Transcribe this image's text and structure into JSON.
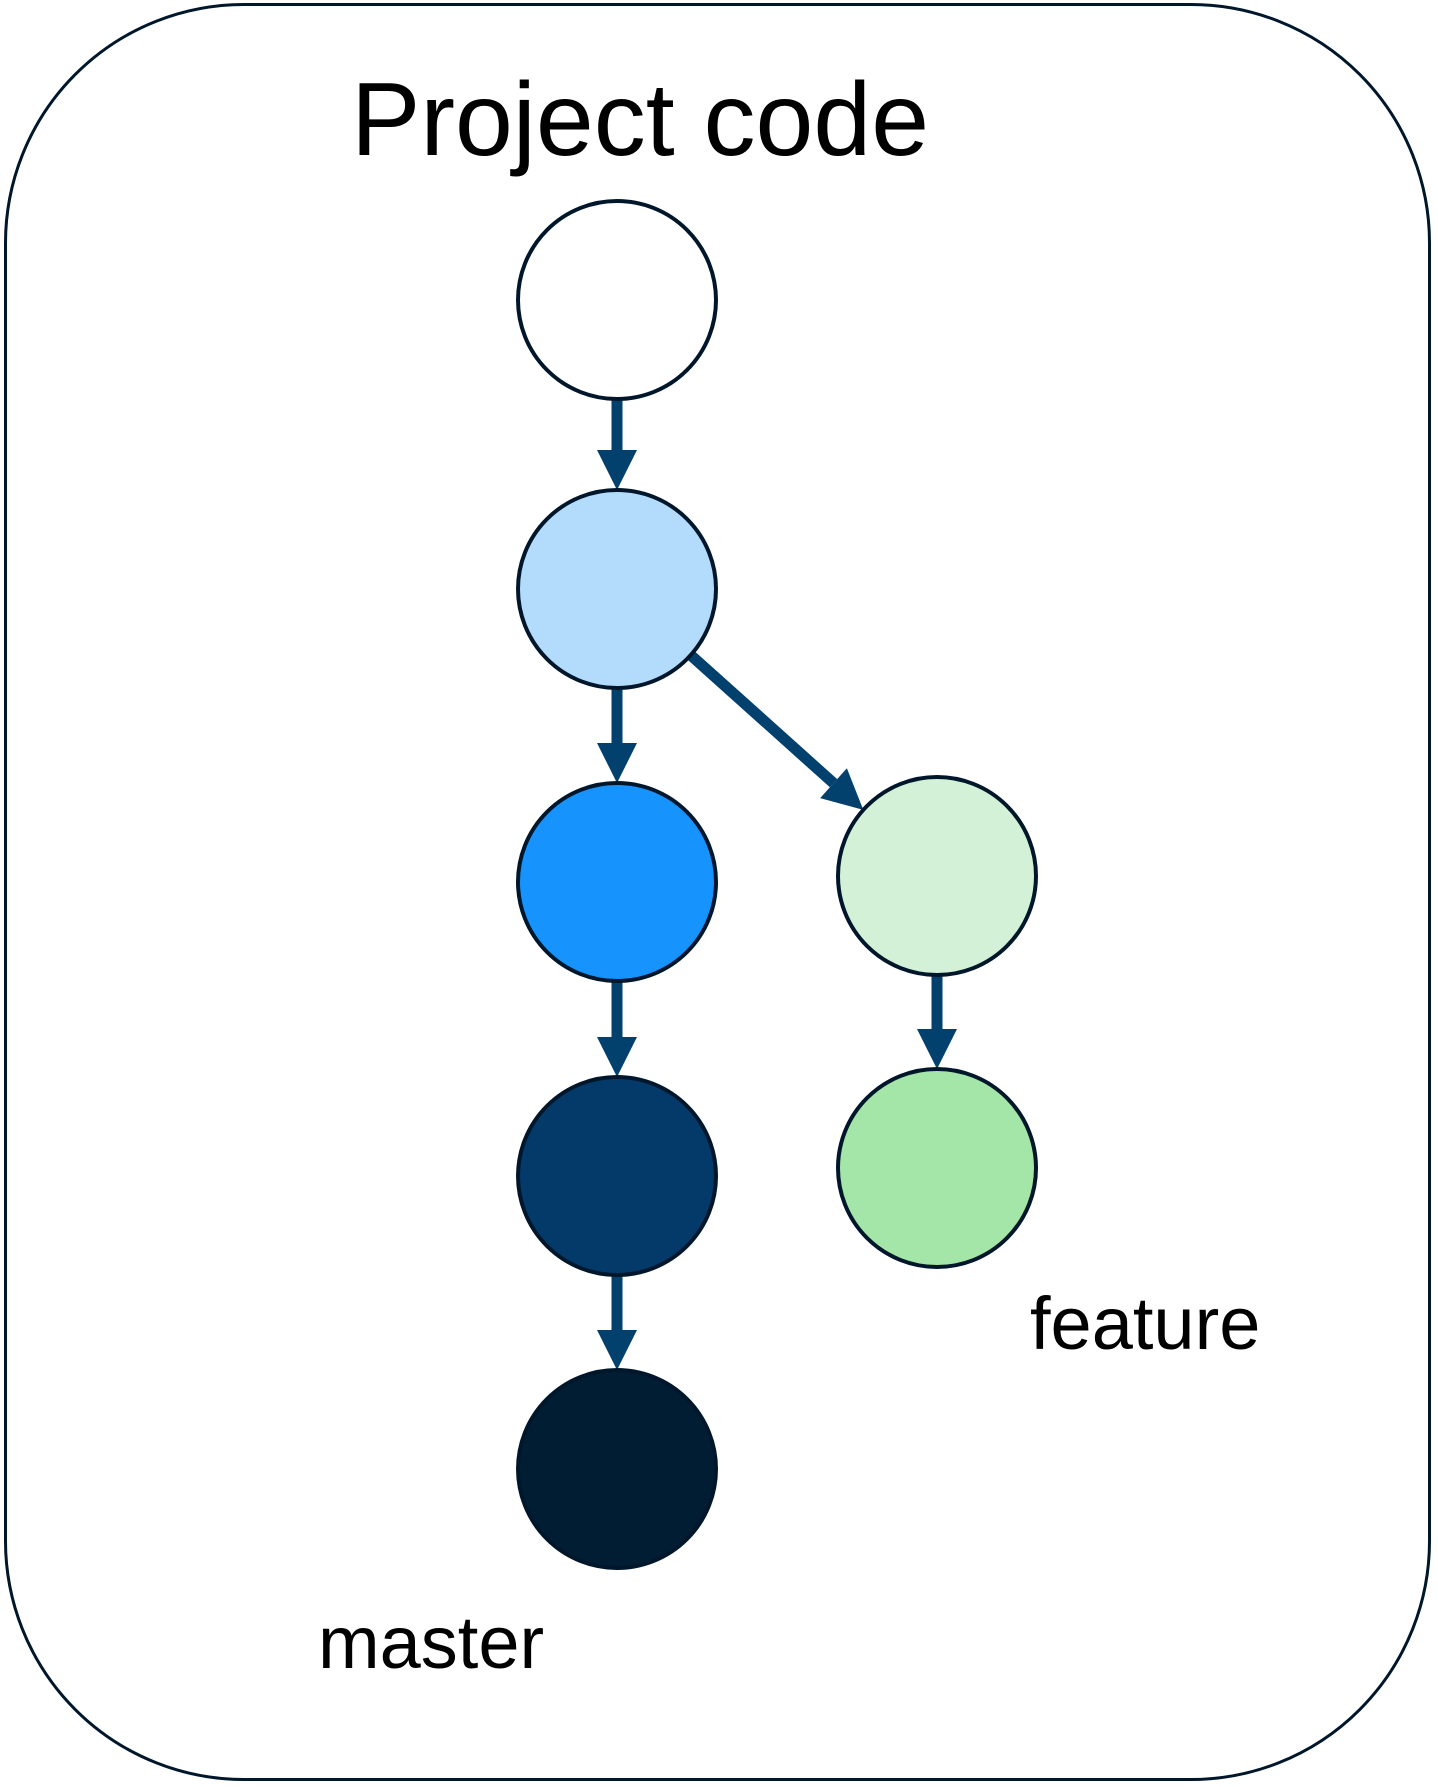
{
  "title": "Project code",
  "colors": {
    "frame_border": "#00172b",
    "node_stroke": "#00172b",
    "edge": "#02406e"
  },
  "nodes": [
    {
      "id": "m0",
      "branch": "master",
      "fill": "#ffffff"
    },
    {
      "id": "m1",
      "branch": "master",
      "fill": "#b3dcfc"
    },
    {
      "id": "m2",
      "branch": "master",
      "fill": "#1693fc"
    },
    {
      "id": "m3",
      "branch": "master",
      "fill": "#033a69"
    },
    {
      "id": "m4",
      "branch": "master",
      "fill": "#011d33"
    },
    {
      "id": "f1",
      "branch": "feature",
      "fill": "#d3f1d7"
    },
    {
      "id": "f2",
      "branch": "feature",
      "fill": "#a4e6a8"
    }
  ],
  "edges": [
    {
      "from": "m0",
      "to": "m1"
    },
    {
      "from": "m1",
      "to": "m2"
    },
    {
      "from": "m2",
      "to": "m3"
    },
    {
      "from": "m3",
      "to": "m4"
    },
    {
      "from": "m1",
      "to": "f1"
    },
    {
      "from": "f1",
      "to": "f2"
    }
  ],
  "branches": {
    "master": "master",
    "feature": "feature"
  }
}
